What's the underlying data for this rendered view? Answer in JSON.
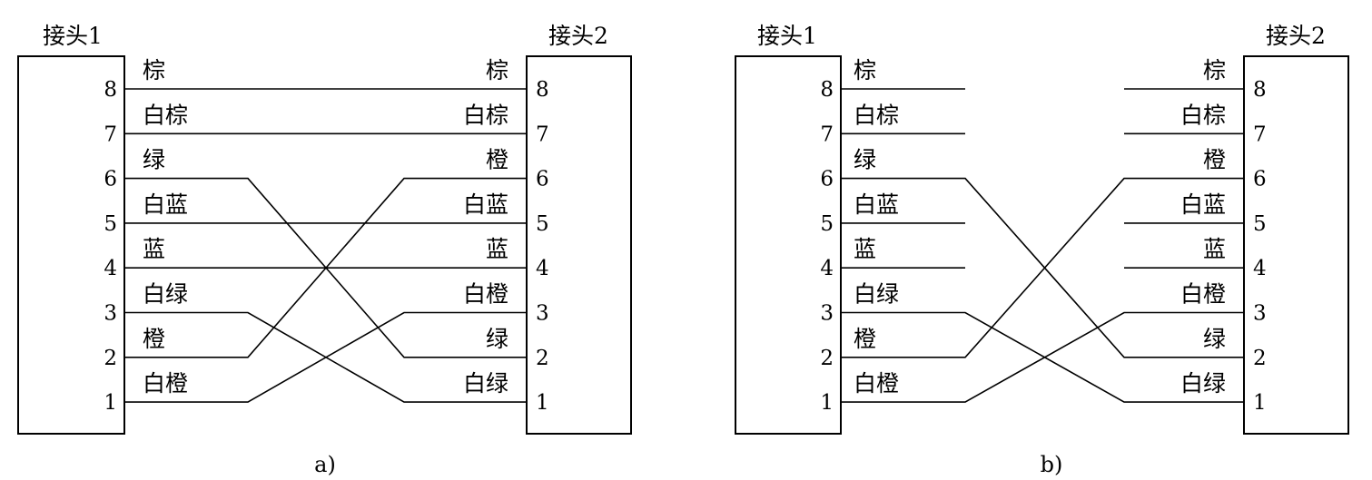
{
  "diagrams": [
    {
      "id": "a",
      "caption": "a)",
      "connector1": {
        "title": "接头1",
        "pins": [
          "8",
          "7",
          "6",
          "5",
          "4",
          "3",
          "2",
          "1"
        ],
        "wire_labels": [
          "棕",
          "白棕",
          "绿",
          "白蓝",
          "蓝",
          "白绿",
          "橙",
          "白橙"
        ]
      },
      "connector2": {
        "title": "接头2",
        "pins": [
          "8",
          "7",
          "6",
          "5",
          "4",
          "3",
          "2",
          "1"
        ],
        "wire_labels": [
          "棕",
          "白棕",
          "橙",
          "白蓝",
          "蓝",
          "白橙",
          "绿",
          "白绿"
        ]
      },
      "connections": [
        {
          "from_pin": 8,
          "to_pin": 8
        },
        {
          "from_pin": 7,
          "to_pin": 7
        },
        {
          "from_pin": 6,
          "to_pin": 2
        },
        {
          "from_pin": 5,
          "to_pin": 5
        },
        {
          "from_pin": 4,
          "to_pin": 4
        },
        {
          "from_pin": 3,
          "to_pin": 1
        },
        {
          "from_pin": 2,
          "to_pin": 6
        },
        {
          "from_pin": 1,
          "to_pin": 3
        }
      ]
    },
    {
      "id": "b",
      "caption": "b)",
      "connector1": {
        "title": "接头1",
        "pins": [
          "8",
          "7",
          "6",
          "5",
          "4",
          "3",
          "2",
          "1"
        ],
        "wire_labels": [
          "棕",
          "白棕",
          "绿",
          "白蓝",
          "蓝",
          "白绿",
          "橙",
          "白橙"
        ]
      },
      "connector2": {
        "title": "接头2",
        "pins": [
          "8",
          "7",
          "6",
          "5",
          "4",
          "3",
          "2",
          "1"
        ],
        "wire_labels": [
          "棕",
          "白棕",
          "橙",
          "白蓝",
          "蓝",
          "白橙",
          "绿",
          "白绿"
        ]
      },
      "connections": [
        {
          "from_pin": 8,
          "to_pin": null
        },
        {
          "from_pin": 7,
          "to_pin": null
        },
        {
          "from_pin": 6,
          "to_pin": 2
        },
        {
          "from_pin": 5,
          "to_pin": null
        },
        {
          "from_pin": 4,
          "to_pin": null
        },
        {
          "from_pin": 3,
          "to_pin": 1
        },
        {
          "from_pin": 2,
          "to_pin": 6
        },
        {
          "from_pin": 1,
          "to_pin": 3
        }
      ]
    }
  ]
}
